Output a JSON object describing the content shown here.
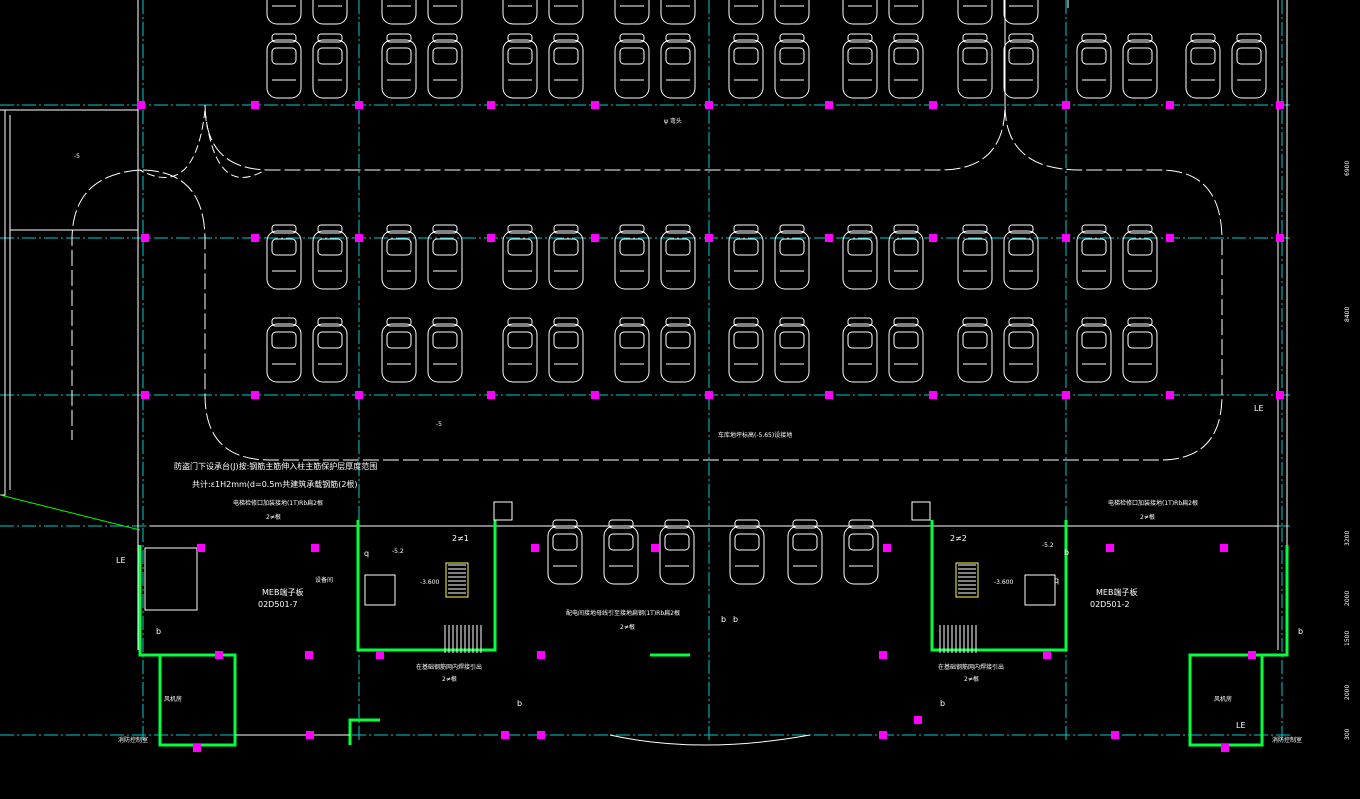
{
  "canvas": {
    "background": "#000000"
  },
  "colors": {
    "grid_axis": "#00cccc",
    "wall_green": "#00ff3c",
    "column_magenta": "#ff00ff",
    "linework": "#ffffff",
    "dim_text": "#ffffff",
    "yellow": "#ffff44",
    "leader_green": "#00ff00"
  },
  "labels": {
    "note_left_1": "防盗门下设承台(J)按:钢筋主筋伸入柱主筋保护层厚度范围",
    "note_left_2": "共计:ε1H2mm(d=0.5m共建筑承载钢筋(2根)",
    "note_mid_left": "电梯检修口加装接地(1T)Rb扁2根",
    "note_mid_left_sub": "2≠根",
    "meb_left": "MEB端子板",
    "meb_left_code": "02D501-7",
    "meb_right": "MEB端子板",
    "meb_right_code": "02D501-2",
    "note_right": "电梯检修口加装接地(1T)Rb扁2根",
    "note_right_sub": "2≠根",
    "note_center": "配电间接地母线引至接地扁钢(1T)Rb扁2根",
    "note_center_sub": "2≠根",
    "bottom_left_note": "在基础钢筋网内焊接引出",
    "bottom_left_sub": "2≠根",
    "bottom_right_note": "在基础钢筋网内焊接引出",
    "bottom_right_sub": "2≠根",
    "parking_note": "车库地坪标高(-5.65)设接地",
    "top_tag": "ψ 弯头",
    "stair_left_tag": "2≠1",
    "stair_right_tag": "2≠2",
    "elev_left_1": "-5.2",
    "elev_left_2": "-3.600",
    "elev_right_1": "-5.2",
    "elev_right_2": "-3.600",
    "le_1": "LE",
    "le_2": "LE",
    "le_3": "LE",
    "b_1": "b",
    "b_2": "b",
    "b_3": "b",
    "b_4": "b",
    "b_5": "b",
    "b_6": "b",
    "b_7": "b",
    "q_1": "q",
    "q_2": "q",
    "elev_mark_1": "-5",
    "elev_mark_2": "-5",
    "room_left_top": "设备间",
    "room_left_bottom": "风机房",
    "room_right_bottom": "风机房",
    "corner_left": "消防控制室",
    "corner_right": "消防控制室",
    "dim_right": [
      "6900",
      "8400",
      "3200",
      "2000",
      "1500",
      "2000",
      "300"
    ]
  }
}
